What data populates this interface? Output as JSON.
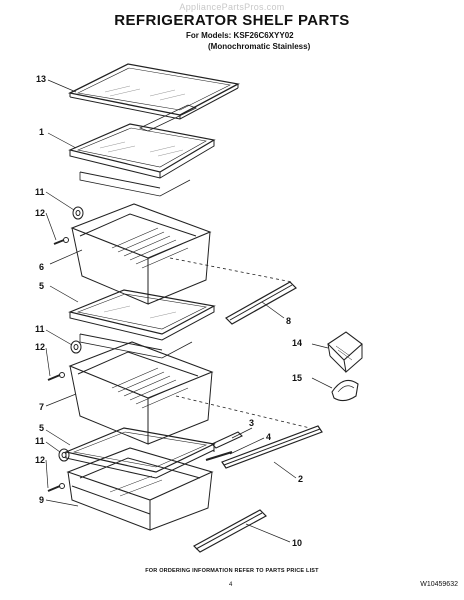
{
  "watermark": "AppliancePartsPros.com",
  "title": "REFRIGERATOR SHELF PARTS",
  "models_line": "For Models: KSF26C6XYY02",
  "finish_line": "(Monochromatic Stainless)",
  "footer": "FOR ORDERING INFORMATION REFER TO PARTS PRICE LIST",
  "page_number": "4",
  "document_number": "W10459632",
  "callouts": [
    "13",
    "1",
    "11",
    "12",
    "6",
    "5",
    "8",
    "11",
    "12",
    "7",
    "14",
    "15",
    "3",
    "4",
    "5",
    "11",
    "2",
    "12",
    "9",
    "10"
  ]
}
